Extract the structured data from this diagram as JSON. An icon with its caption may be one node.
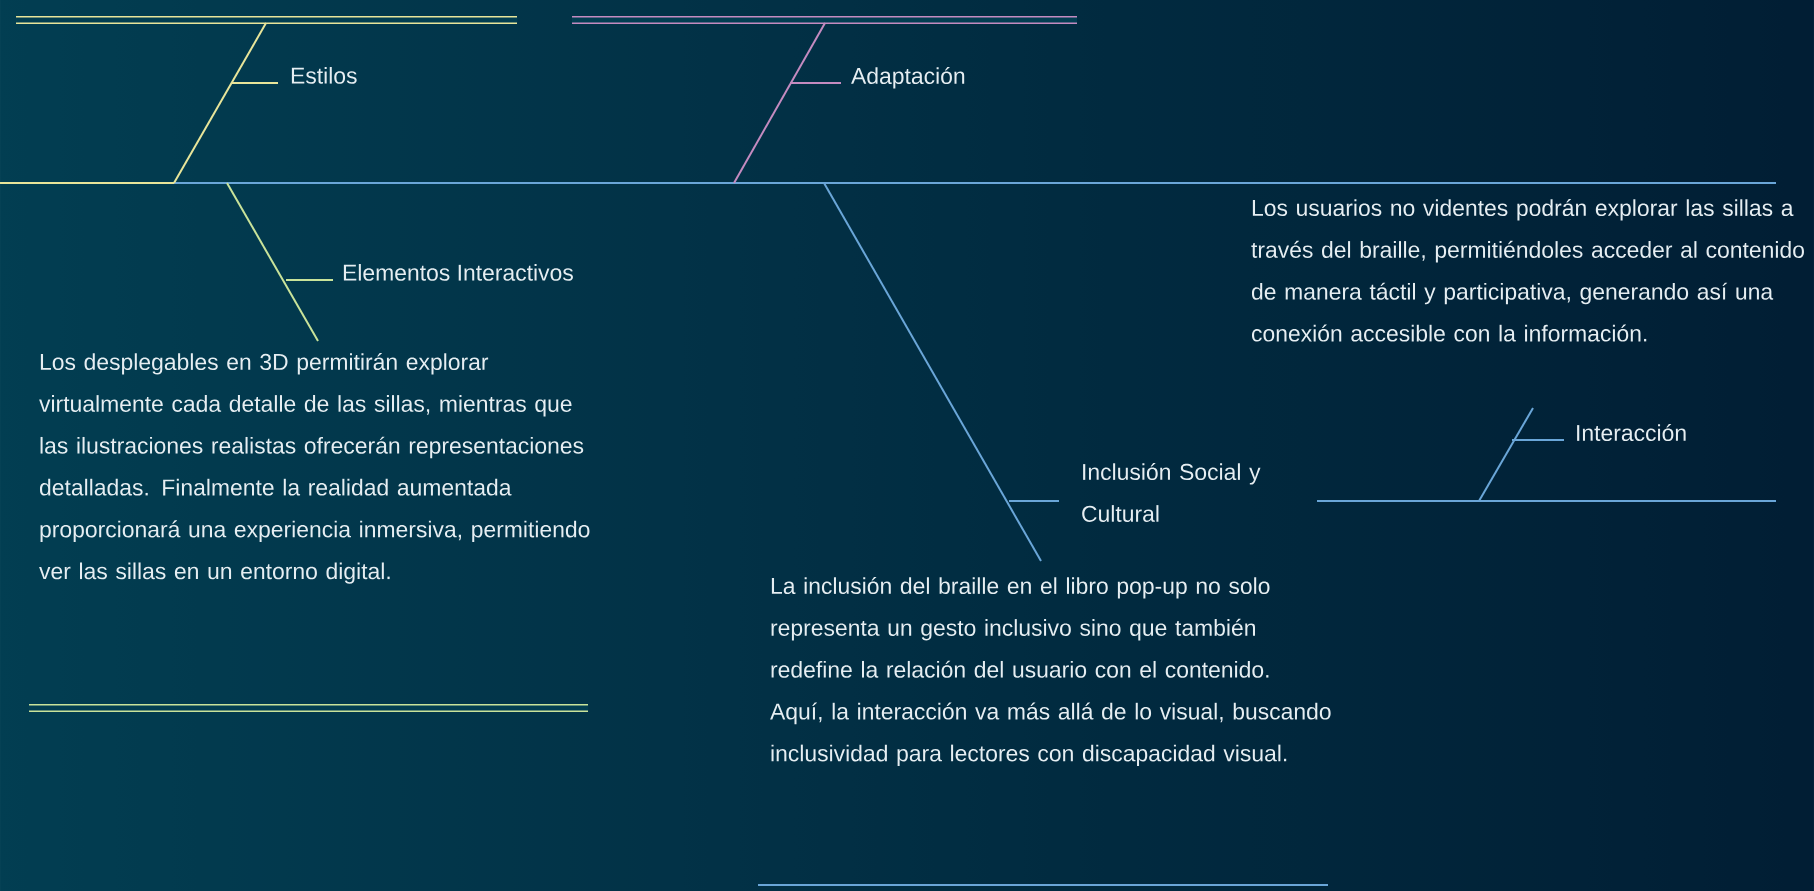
{
  "diagram": {
    "labels": [
      "Estilos",
      "Adaptación",
      "Elementos Interactivos",
      "Los usuarios no videntes podrán explorar las sillas a través del braille, permitiéndoles acceder al contenido de manera táctil y participativa, generando así una conexión accesible con la información.",
      "Interacción",
      "Los desplegables en 3D permitirán explorar virtualmente cada detalle de las sillas, mientras que las ilustraciones realistas ofrecerán representaciones detalladas. Finalmente la realidad aumentada proporcionará una experiencia inmersiva, permitiendo ver las sillas en un entorno digital.",
      "Inclusión Social y Cultural",
      "La inclusión del braille en el libro pop-up no solo representa un gesto inclusivo sino que también redefine la relación del usuario con el contenido. Aquí, la interacción va más allá de lo visual, buscando inclusividad para lectores con discapacidad visual."
    ]
  }
}
